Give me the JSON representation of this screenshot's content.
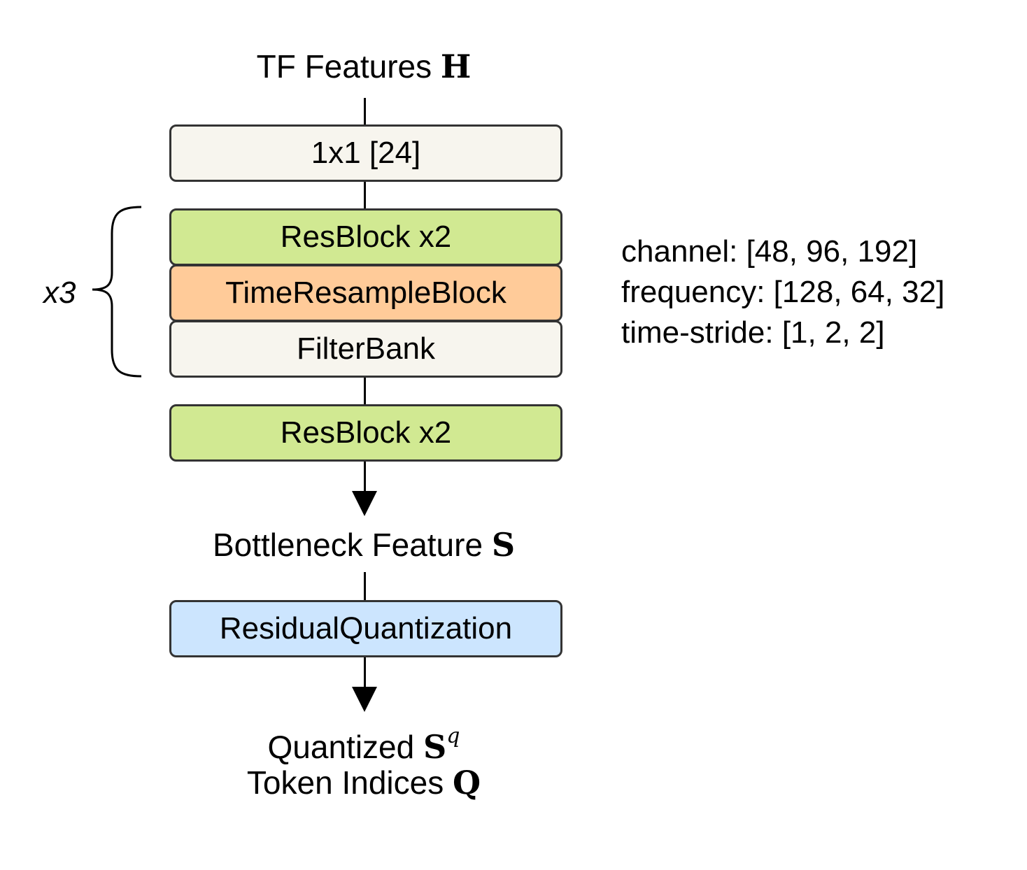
{
  "input": {
    "text": "TF Features",
    "symbol": "H"
  },
  "blocks": {
    "conv": "1x1 [24]",
    "resblock_a": "ResBlock x2",
    "time_resample": "TimeResampleBlock",
    "filterbank": "FilterBank",
    "resblock_b": "ResBlock x2",
    "residual_quantization": "ResidualQuantization"
  },
  "repeat": {
    "label": "x3"
  },
  "bottleneck": {
    "text": "Bottleneck Feature",
    "symbol": "S"
  },
  "outputs": {
    "quantized_text": "Quantized",
    "quantized_symbol": "S",
    "quantized_superscript": "q",
    "indices_text": "Token Indices",
    "indices_symbol": "Q"
  },
  "config": {
    "channel": "channel: [48, 96, 192]",
    "frequency": "frequency: [128, 64, 32]",
    "time_stride": "time-stride: [1, 2, 2]"
  },
  "colors": {
    "neutral_block": "#f7f5ee",
    "resblock": "#d1e992",
    "time_resample": "#ffcb99",
    "quantization": "#cce5fe",
    "border": "#333333"
  }
}
